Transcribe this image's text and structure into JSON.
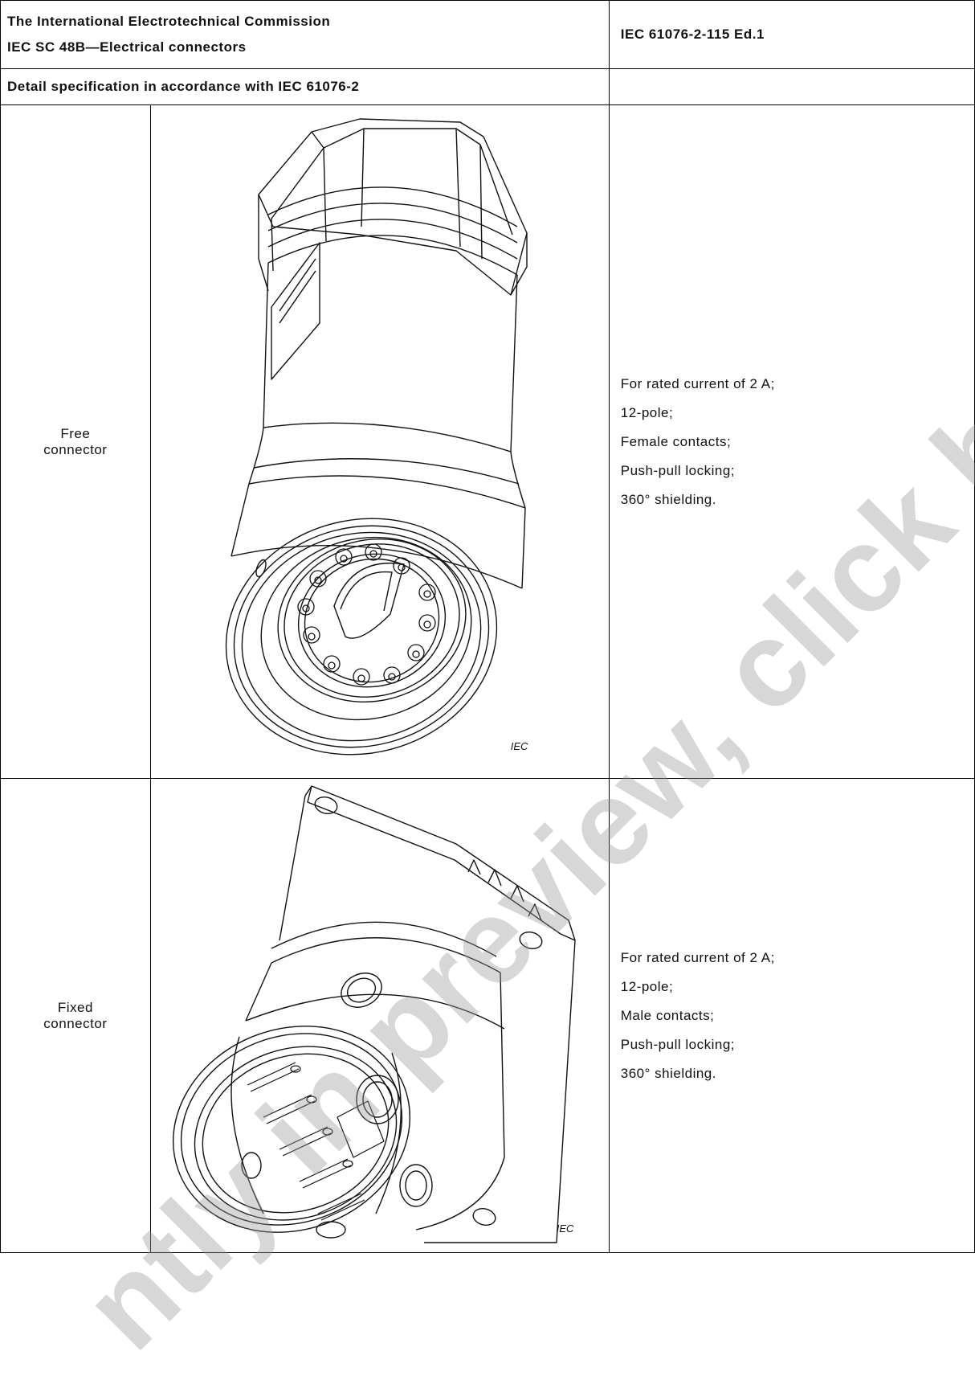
{
  "header": {
    "org_line1": "The International Electrotechnical Commission",
    "org_line2": "IEC SC 48B—Electrical connectors",
    "doc_id": "IEC 61076-2-115 Ed.1",
    "detail_spec": "Detail specification in accordance with IEC 61076-2"
  },
  "rows": [
    {
      "label_line1": "Free",
      "label_line2": "connector",
      "figure_icon": "free-connector-drawing",
      "figure_tag": "IEC",
      "description": [
        "For rated current of 2 A;",
        "12-pole;",
        "Female contacts;",
        "Push-pull locking;",
        "360° shielding."
      ]
    },
    {
      "label_line1": "Fixed",
      "label_line2": "connector",
      "figure_icon": "fixed-connector-drawing",
      "figure_tag": "IEC",
      "description": [
        "For rated current of 2 A;",
        "12-pole;",
        "Male contacts;",
        "Push-pull locking;",
        "360° shielding."
      ]
    }
  ],
  "watermark": "ntly in preview, click buy full"
}
